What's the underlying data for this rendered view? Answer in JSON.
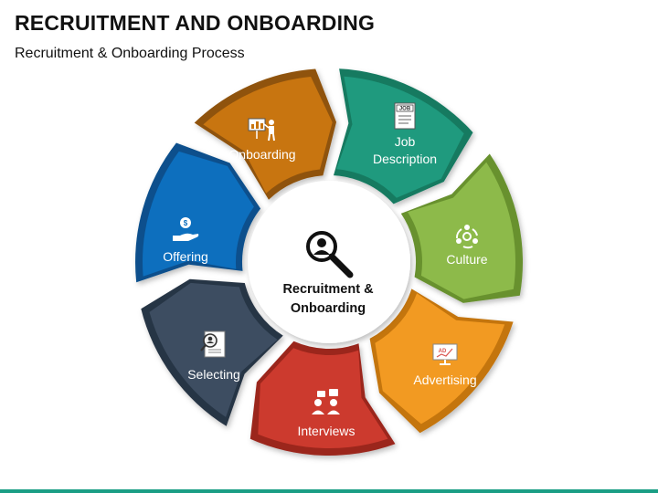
{
  "slide": {
    "title": "RECRUITMENT AND ONBOARDING",
    "subtitle": "Recruitment & Onboarding Process",
    "accent_bar_color": "#1a9e85"
  },
  "center": {
    "label_line1": "Recruitment &",
    "label_line2": "Onboarding",
    "icon": "magnifier-person-icon"
  },
  "stages": [
    {
      "id": "job-description",
      "label_lines": [
        "Job",
        "Description"
      ],
      "icon": "job-document-icon",
      "fill": "#1f9a7e",
      "edge": "#127a61"
    },
    {
      "id": "culture",
      "label_lines": [
        "Culture"
      ],
      "icon": "culture-network-icon",
      "fill": "#8dba4a",
      "edge": "#68912f"
    },
    {
      "id": "advertising",
      "label_lines": [
        "Advertising"
      ],
      "icon": "ad-board-icon",
      "fill": "#f29a22",
      "edge": "#c47510"
    },
    {
      "id": "interviews",
      "label_lines": [
        "Interviews"
      ],
      "icon": "people-chat-icon",
      "fill": "#cc3a2e",
      "edge": "#9b261d"
    },
    {
      "id": "selecting",
      "label_lines": [
        "Selecting"
      ],
      "icon": "candidate-search-icon",
      "fill": "#3d4d61",
      "edge": "#283444"
    },
    {
      "id": "offering",
      "label_lines": [
        "Offering"
      ],
      "icon": "hand-coin-icon",
      "fill": "#0d6fbe",
      "edge": "#084f8c"
    },
    {
      "id": "onboarding",
      "label_lines": [
        "Onboarding"
      ],
      "icon": "presentation-icon",
      "fill": "#c87510",
      "edge": "#8f530b"
    }
  ]
}
